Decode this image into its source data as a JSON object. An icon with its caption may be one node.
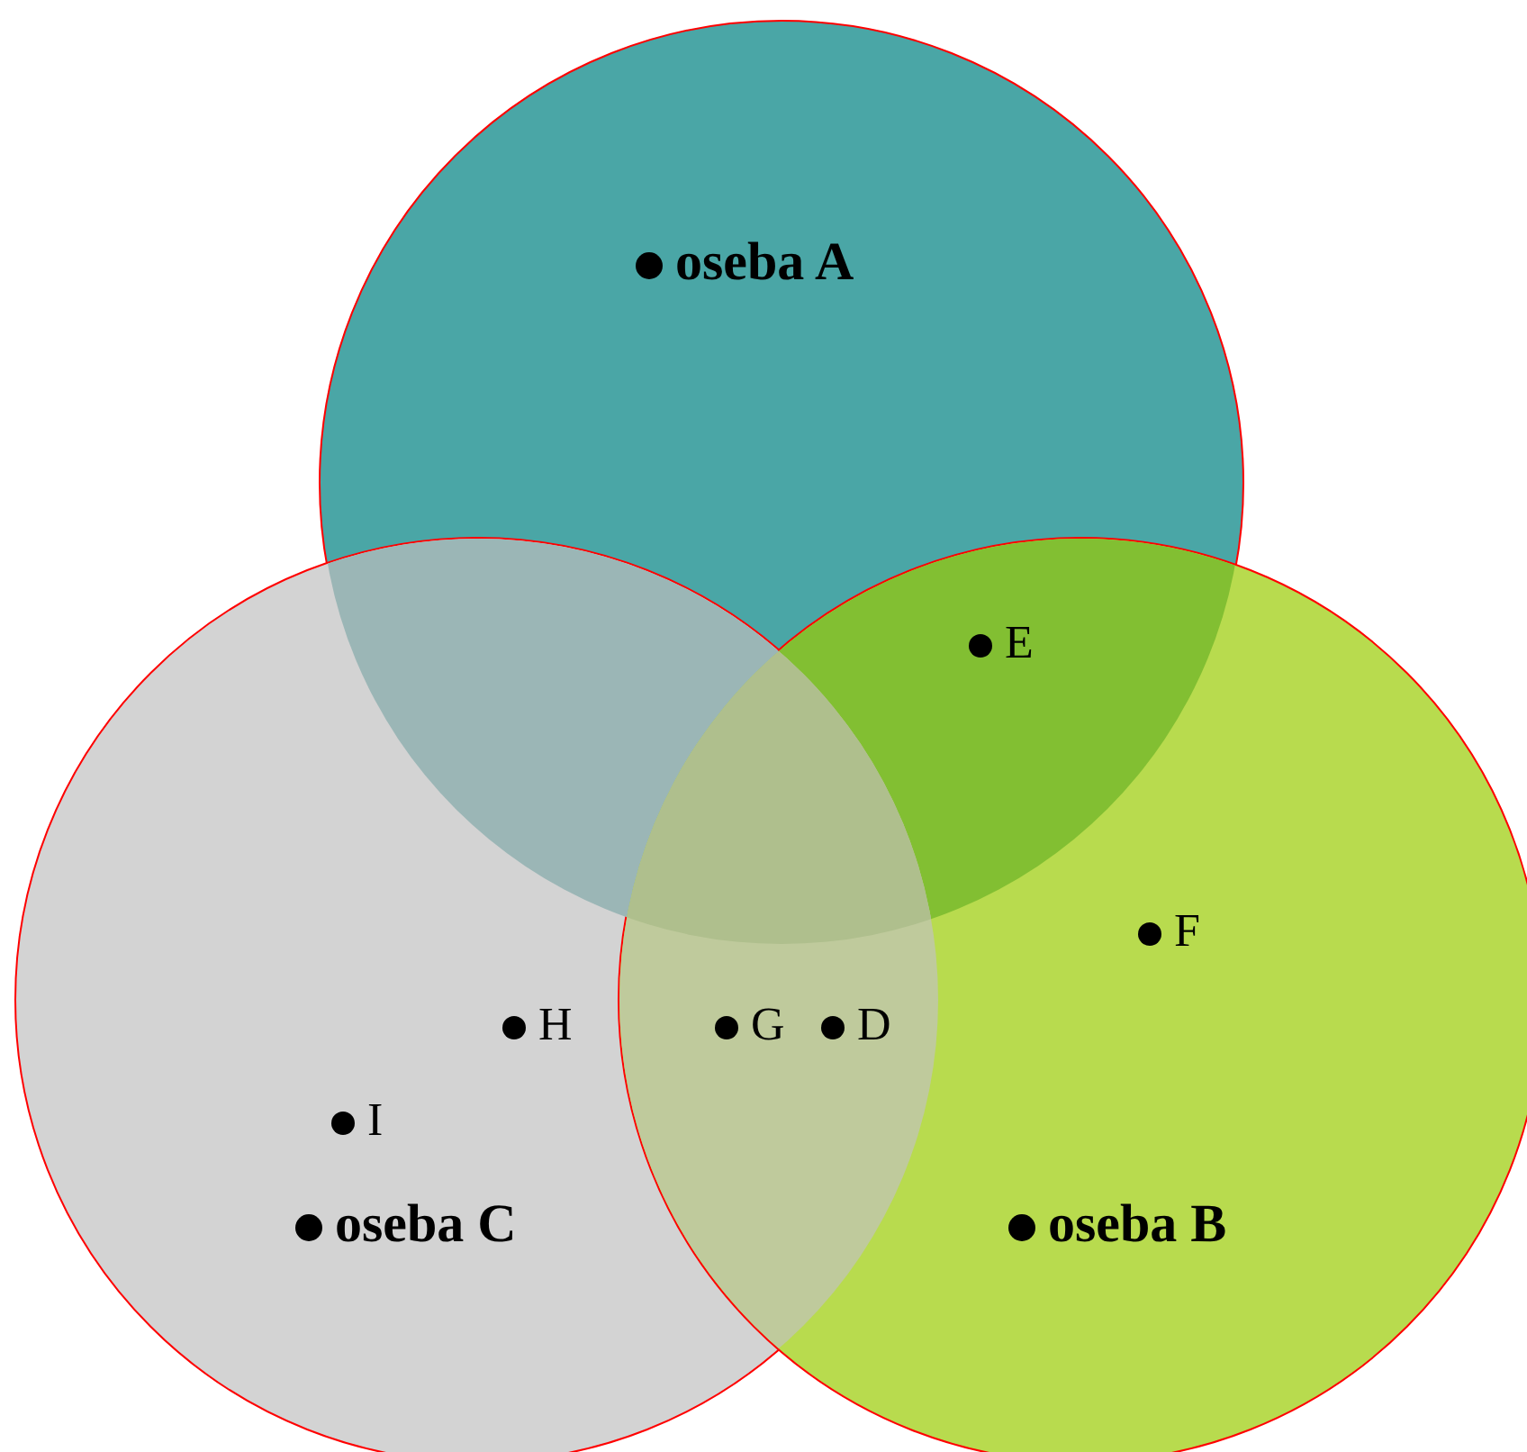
{
  "diagram": {
    "nodes": [
      {
        "text": [
          "oseba A"
        ]
      },
      {
        "text": [
          "oseba C"
        ]
      },
      {
        "text": [
          "oseba B"
        ]
      }
    ],
    "labels": [
      "E",
      "F",
      "H",
      "G",
      "D",
      "I"
    ]
  }
}
